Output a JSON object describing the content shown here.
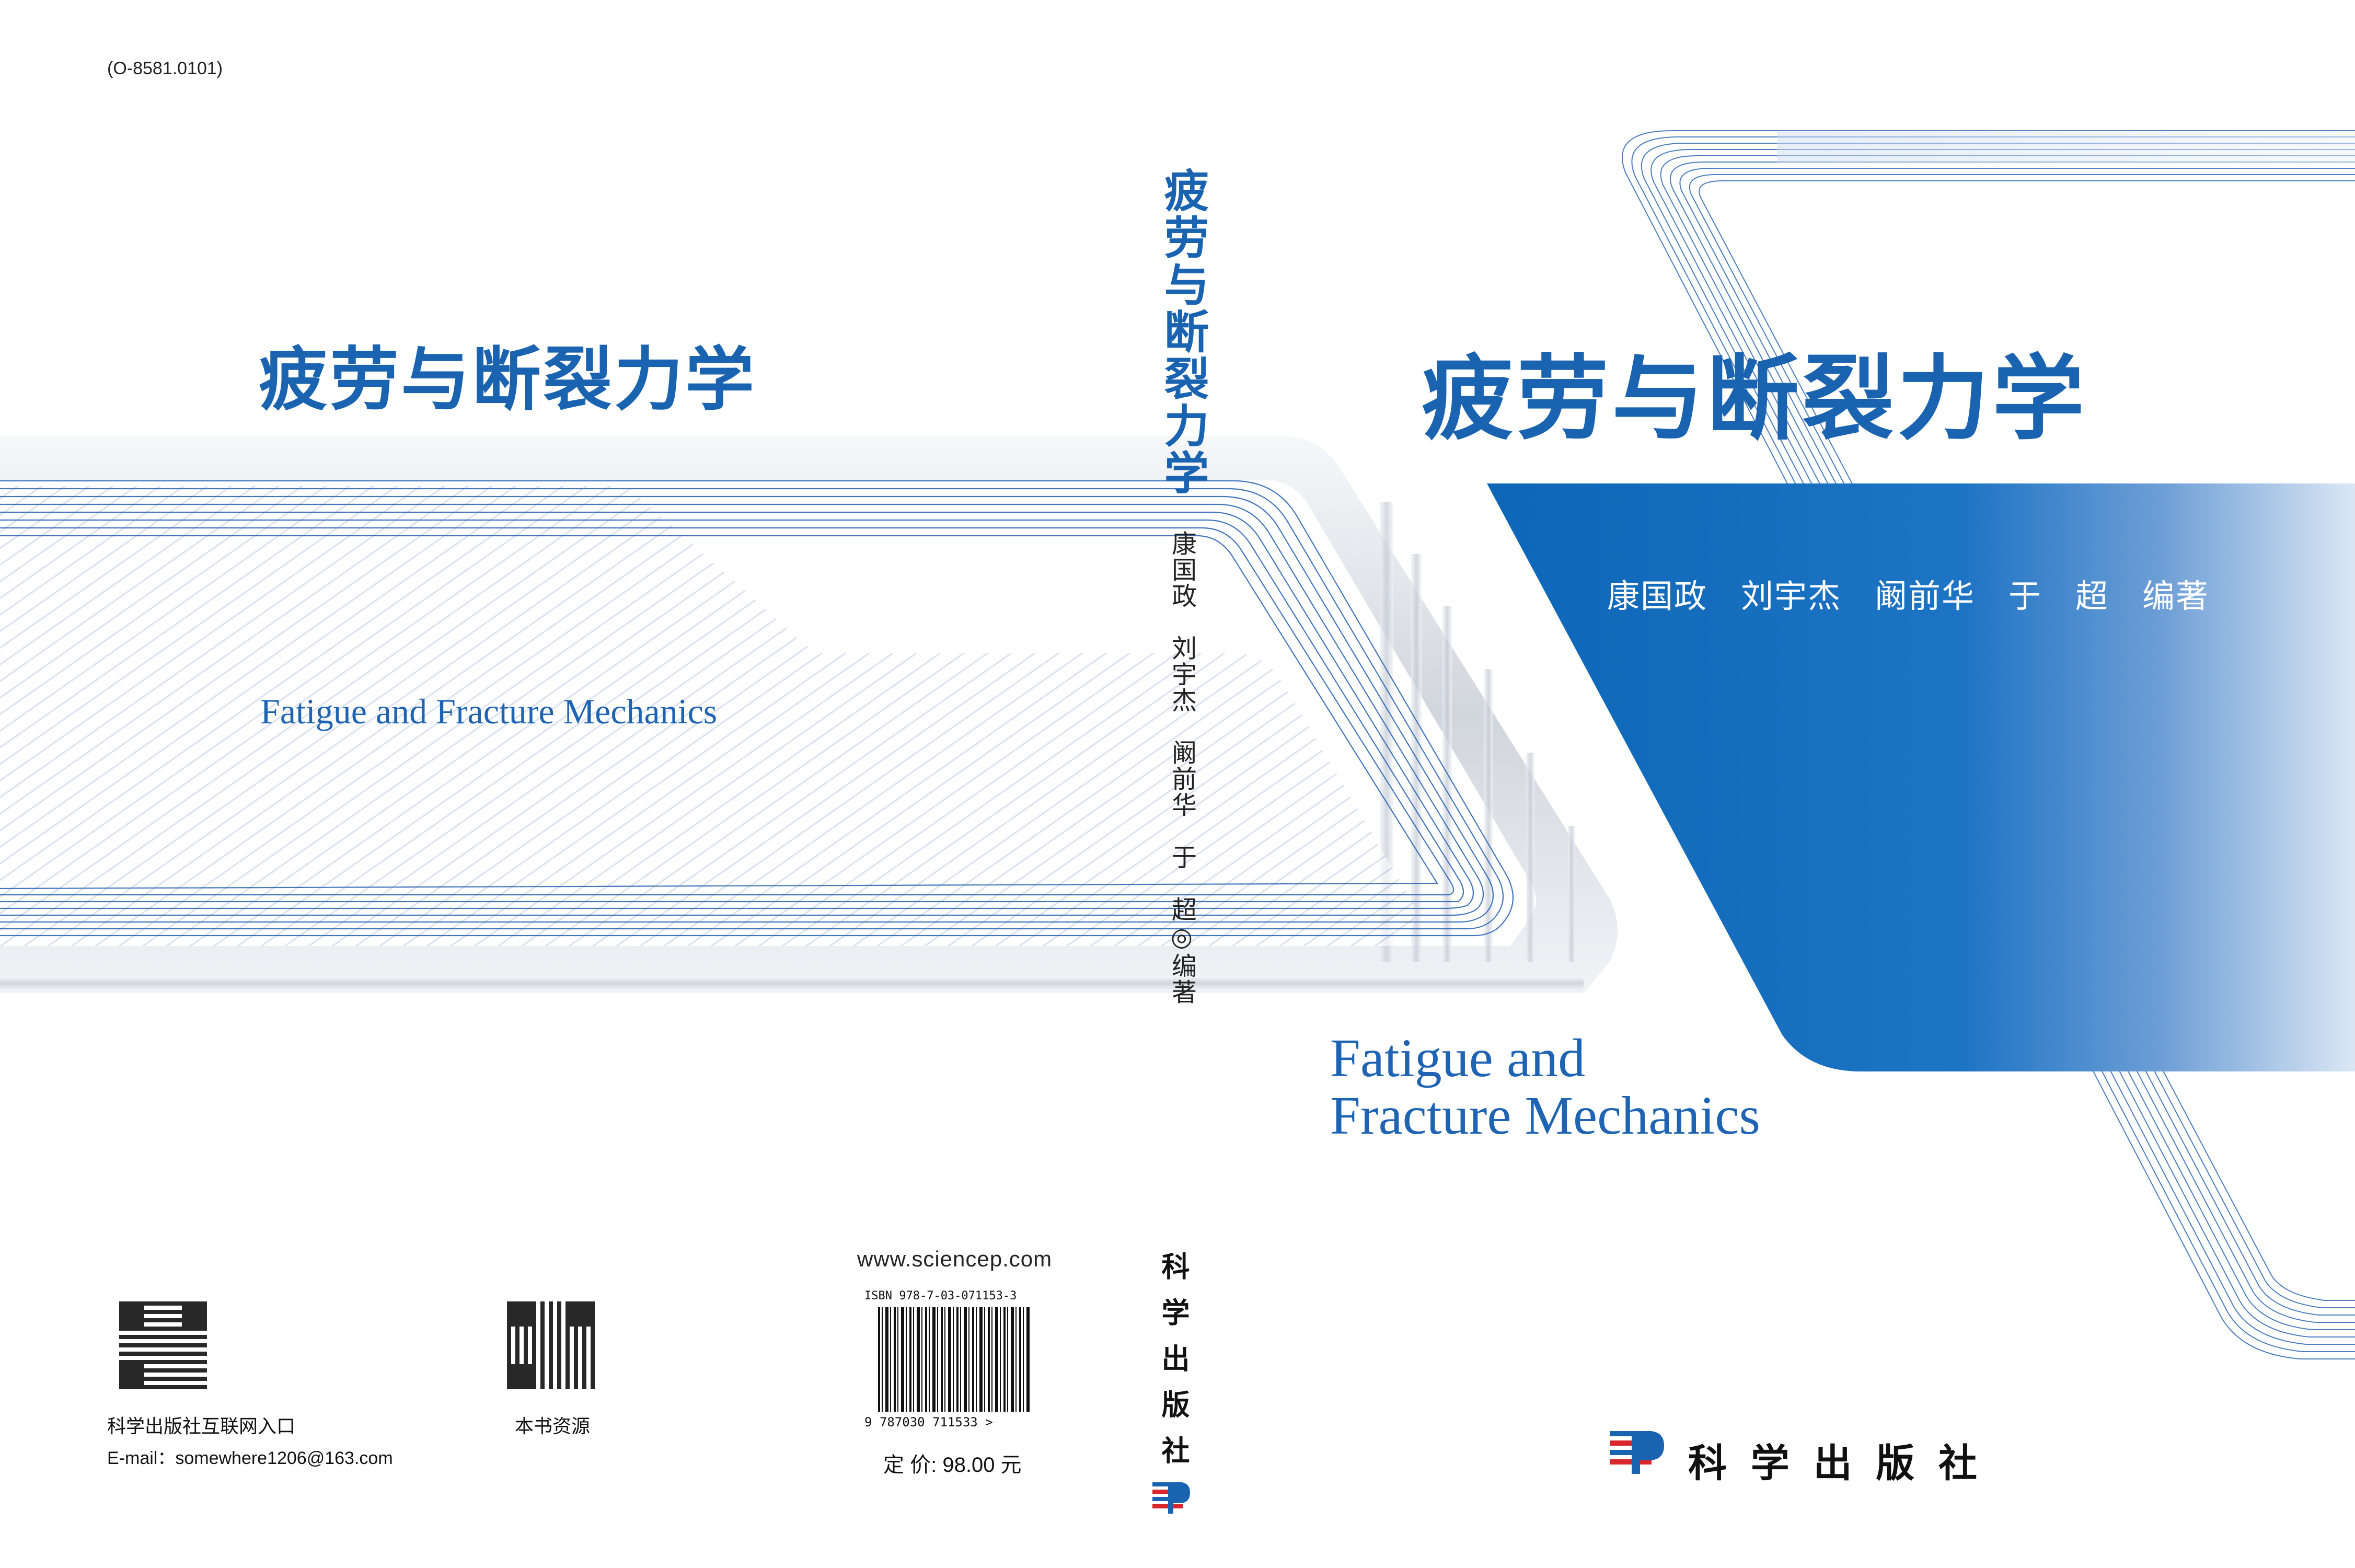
{
  "catalog_code": "(O-8581.0101)",
  "title_cn": "疲劳与断裂力学",
  "title_en": "Fatigue and Fracture Mechanics",
  "title_en_line1": "Fatigue and",
  "title_en_line2": "Fracture Mechanics",
  "authors_line": "康国政　刘宇杰　阚前华　于　超　编著",
  "spine": {
    "title": "疲劳与断裂力学",
    "authors": "康国政　刘宇杰　阚前华　于　超◎编著",
    "publisher": "科学出版社"
  },
  "publisher_name": "科 学 出 版 社",
  "back": {
    "website": "www.sciencep.com",
    "isbn_text": "ISBN 978-7-03-071153-3",
    "barcode_digits": "9 787030 711533 >",
    "price": "定 价: 98.00 元",
    "qr1_caption": "科学出版社互联网入口",
    "qr2_caption": "本书资源",
    "email": "E-mail：somewhere1206@163.com"
  },
  "colors": {
    "title_blue": "#1a63b0",
    "band_blue": "#0f6bbd",
    "line_blue": "#2f68b5",
    "logo_red": "#d8262c"
  }
}
